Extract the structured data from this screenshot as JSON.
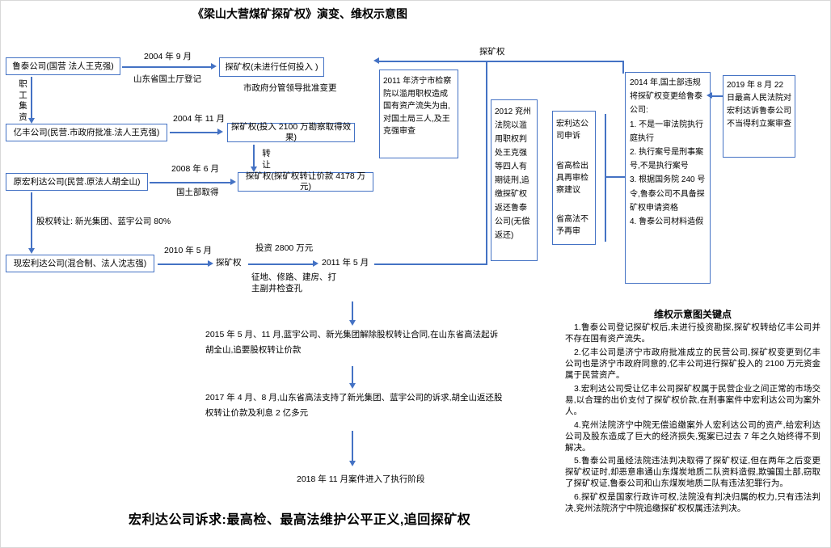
{
  "title": "《梁山大营煤矿探矿权》演变、维权示意图",
  "colors": {
    "accent": "#4472c4",
    "text": "#000000"
  },
  "flow": {
    "lutai": "鲁泰公司(国营 法人王克强)",
    "zhigong_jizi": "职工集资",
    "yifeng": "亿丰公司(民营.市政府批准.法人王克强)",
    "yuan_honglida": "原宏利达公司(民营.原法人胡全山)",
    "guquan_zhuanrang": "股权转让: 新光集团、蓝宇公司 80%",
    "xian_honglida": "现宏利达公司(混合制、法人沈志强)",
    "date_2004_09": "2004 年 9 月",
    "sdgt_dengji": "山东省国土厅登记",
    "tkq_no_input": "探矿权(未进行任何投入 )",
    "szf_pizhun": "市政府分管领导批准变更",
    "date_2004_11": "2004 年 11 月",
    "tkq_2100": "探矿权(投入 2100 万勘察取得效果)",
    "zhuanrang": "转让",
    "date_2008_06": "2008 年 6 月",
    "gtb_qude": "国土部取得",
    "tkq_4178": "探矿权(探矿权转让价款 4178 万元)",
    "date_2010_05": "2010 年 5 月",
    "tkq_plain": "探矿权",
    "touzi_2800": "投资 2800 万元",
    "date_2011_05": "2011 年 5 月",
    "zhengdi": "征地、修路、建房、打主副井检查孔",
    "tkq_top": "探矿权",
    "box_2011": "2011 年济宁市检察院以滥用职权造成国有资产流失为由,对国土局三人,及王克强审查",
    "box_2012": "2012 兖州法院以滥用职权判处王克强等四人有期徒刑,追缴探矿权返还鲁泰公司(无偿返还)",
    "appeal_1": "宏利达公司申诉",
    "appeal_2": "省高检出具再审检察建议",
    "appeal_3": "省高法不予再审",
    "box_2014": "2014 年,国土部违规将探矿权变更给鲁泰公司:\n1. 不是一审法院执行庭执行\n2. 执行案号是刑事案号,不是执行案号\n3. 根据国务院 240 号令,鲁泰公司不具备探矿权申请资格\n4. 鲁泰公司材料造假",
    "box_2019": "2019 年 8 月 22 日最高人民法院对宏利达诉鲁泰公司不当得利立案审查",
    "step_2015": "2015 年 5 月、11 月,蓝宇公司、新光集团解除股权转让合同,在山东省高法起诉胡全山,追要股权转让价款",
    "step_2017": "2017 年 4 月、8 月,山东省高法支持了新光集团、蓝宇公司的诉求,胡全山返还股权转让价款及利息 2 亿多元",
    "step_2018": "2018 年 11 月案件进入了执行阶段"
  },
  "footer": "宏利达公司诉求:最高检、最高法维护公平正义,追回探矿权",
  "keypoints": {
    "heading": "维权示意图关键点",
    "items": [
      "1.鲁泰公司登记探矿权后,未进行投资勘探,探矿权转给亿丰公司并不存在国有资产流失。",
      "2.亿丰公司是济宁市政府批准成立的民营公司,探矿权变更到亿丰公司也是济宁市政府同意的,亿丰公司进行探矿投入的 2100 万元资金属于民营资产。",
      "3.宏利达公司受让亿丰公司探矿权属于民营企业之间正常的市场交易,以合理的出价支付了探矿权价款,在刑事案件中宏利达公司为案外人。",
      "4.兖州法院济宁中院无偿追缴案外人宏利达公司的资产,给宏利达公司及股东造成了巨大的经济损失,冤案已过去 7 年之久始终得不到解决。",
      "5.鲁泰公司虽经法院违法判决取得了探矿权证,但在两年之后变更探矿权证时,却恶意串通山东煤炭地质二队资料造假,欺骗国土部,窃取了探矿权证,鲁泰公司和山东煤炭地质二队有违法犯罪行为。",
      "6.探矿权是国家行政许可权,法院没有判决归属的权力,只有违法判决,兖州法院济宁中院追缴探矿权权属违法判决。"
    ]
  }
}
